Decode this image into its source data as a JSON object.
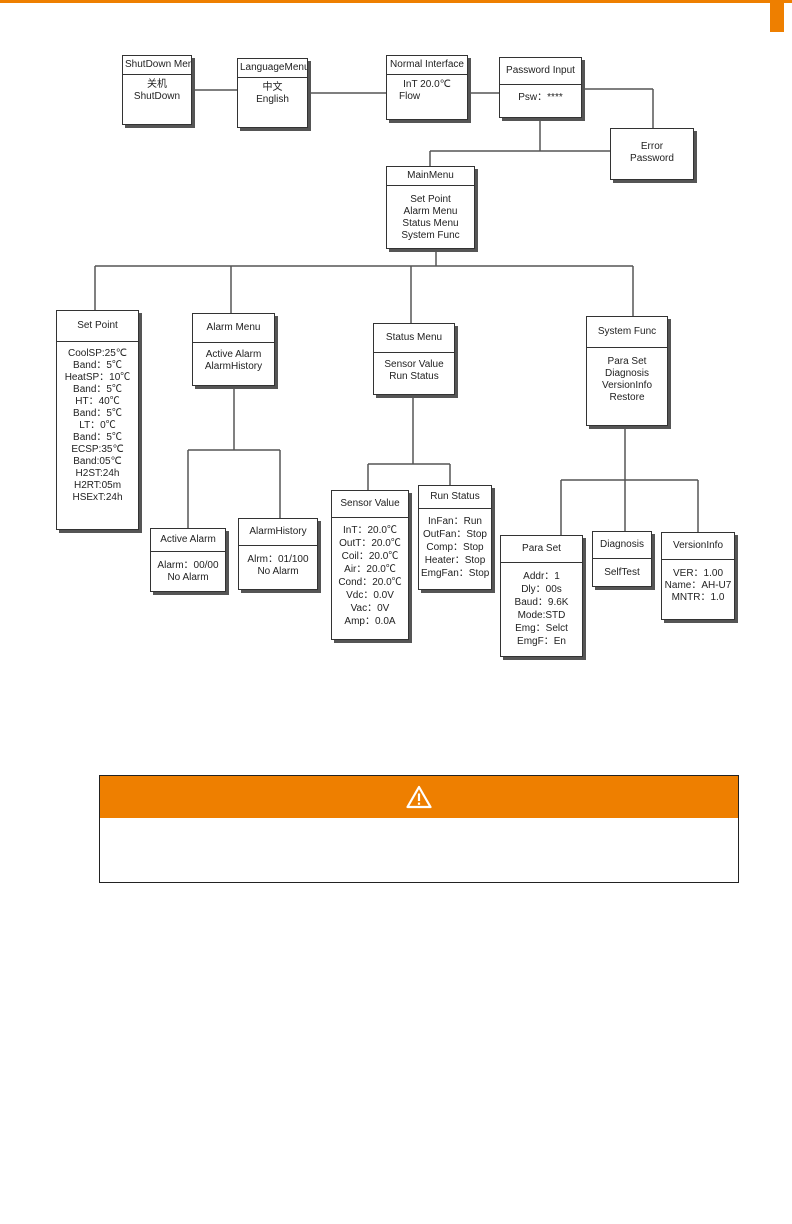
{
  "diagram": {
    "shutdown": {
      "title": "ShutDown Menu",
      "lines": [
        "关机",
        "ShutDown"
      ]
    },
    "language": {
      "title": "LanguageMenu",
      "lines": [
        "中文",
        "English"
      ]
    },
    "normal": {
      "title": "Normal Interface",
      "lines": [
        "InT  20.0℃",
        "Flow"
      ]
    },
    "password": {
      "title": "Password Input",
      "lines": [
        "Psw：****"
      ]
    },
    "error": {
      "lines": [
        "Error",
        "Password"
      ]
    },
    "main": {
      "title": "MainMenu",
      "lines": [
        "Set Point",
        "Alarm Menu",
        "Status Menu",
        "System Func"
      ]
    },
    "setpoint": {
      "title": "Set Point",
      "lines": [
        "CoolSP:25℃",
        "Band：5℃",
        "HeatSP：10℃",
        "Band：5℃",
        "HT：40℃",
        "Band：5℃",
        "LT：0℃",
        "Band：5℃",
        "ECSP:35℃",
        "Band:05℃",
        "H2ST:24h",
        "H2RT:05m",
        "HSExT:24h"
      ]
    },
    "alarmmenu": {
      "title": "Alarm Menu",
      "lines": [
        "Active Alarm",
        "AlarmHistory"
      ]
    },
    "statusmenu": {
      "title": "Status Menu",
      "lines": [
        "Sensor Value",
        "Run Status"
      ]
    },
    "sysfunc": {
      "title": "System Func",
      "lines": [
        "Para Set",
        "Diagnosis",
        "VersionInfo",
        "Restore"
      ]
    },
    "activealarm": {
      "title": "Active Alarm",
      "lines": [
        "Alarm：00/00",
        "No Alarm"
      ]
    },
    "alarmhistory": {
      "title": "AlarmHistory",
      "lines": [
        "Alrm：01/100",
        "No Alarm"
      ]
    },
    "sensorvalue": {
      "title": "Sensor Value",
      "lines": [
        "InT：20.0℃",
        "OutT：20.0℃",
        "Coil：20.0℃",
        "Air：20.0℃",
        "Cond：20.0℃",
        "Vdc：0.0V",
        "Vac：0V",
        "Amp：0.0A"
      ]
    },
    "runstatus": {
      "title": "Run Status",
      "lines": [
        "InFan：Run",
        "OutFan：Stop",
        "Comp：Stop",
        "Heater：Stop",
        "EmgFan：Stop"
      ]
    },
    "paraset": {
      "title": "Para Set",
      "lines": [
        "Addr：1",
        "Dly：00s",
        "Baud：9.6K",
        "Mode:STD",
        "Emg：Selct",
        "EmgF：En"
      ]
    },
    "diagnosis": {
      "title": "Diagnosis",
      "lines": [
        "SelfTest"
      ]
    },
    "versioninfo": {
      "title": "VersionInfo",
      "lines": [
        "VER：1.00",
        "Name：AH-U7",
        "MNTR：1.0"
      ]
    }
  },
  "warning": {
    "icon": "warning-triangle-icon",
    "color": "#ee7f00",
    "body_text": ""
  }
}
